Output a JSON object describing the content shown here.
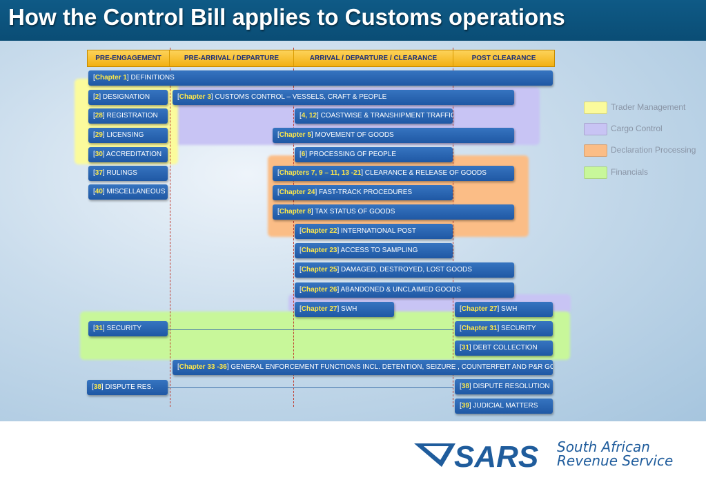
{
  "title": "How the Control Bill applies to Customs operations",
  "columns": [
    "PRE-ENGAGEMENT",
    "PRE-ARRIVAL / DEPARTURE",
    "ARRIVAL / DEPARTURE / CLEARANCE",
    "POST CLEARANCE"
  ],
  "legend": [
    {
      "label": "Trader Management",
      "color": "#fbfb9c"
    },
    {
      "label": "Cargo Control",
      "color": "#c8c4f4"
    },
    {
      "label": "Declaration Processing",
      "color": "#fbbd86"
    },
    {
      "label": "Financials",
      "color": "#c8f79a"
    }
  ],
  "boxes": [
    {
      "hl": "Chapter 1",
      "rest": "] DEFINITIONS"
    },
    {
      "hl": "2",
      "rest": "] DESIGNATION"
    },
    {
      "hl": "Chapter 3",
      "rest": "] CUSTOMS CONTROL – VESSELS, CRAFT & PEOPLE"
    },
    {
      "hl": "28",
      "rest": "] REGISTRATION"
    },
    {
      "hl": "4, 12",
      "rest": "]  COASTWISE & TRANSHIPMENT TRAFFIC"
    },
    {
      "hl": "29",
      "rest": "] LICENSING"
    },
    {
      "hl": "Chapter 5",
      "rest": "] MOVEMENT OF GOODS"
    },
    {
      "hl": "30",
      "rest": "] ACCREDITATION"
    },
    {
      "hl": "6",
      "rest": "] PROCESSING OF PEOPLE"
    },
    {
      "hl": "37",
      "rest": "] RULINGS"
    },
    {
      "hl": "Chapters 7, 9 – 11,  13  -21",
      "rest": "] CLEARANCE  &  RELEASE OF GOODS"
    },
    {
      "hl": "40",
      "rest": "] MISCELLANEOUS"
    },
    {
      "hl": "Chapter 24",
      "rest": "] FAST-TRACK PROCEDURES"
    },
    {
      "hl": "Chapter 8",
      "rest": "] TAX STATUS OF GOODS"
    },
    {
      "hl": "Chapter 22",
      "rest": "] INTERNATIONAL POST"
    },
    {
      "hl": "Chapter 23",
      "rest": "] ACCESS TO SAMPLING"
    },
    {
      "hl": "Chapter 25",
      "rest": "] DAMAGED, DESTROYED, LOST GOODS"
    },
    {
      "hl": "Chapter 26",
      "rest": "] ABANDONED & UNCLAIMED GOODS"
    },
    {
      "hl": "Chapter 27",
      "rest": "] SWH"
    },
    {
      "hl": "Chapter 27",
      "rest": "] SWH"
    },
    {
      "hl": "31",
      "rest": "] SECURITY"
    },
    {
      "hl": "Chapter 31",
      "rest": "] SECURITY"
    },
    {
      "hl": "31",
      "rest": "] DEBT COLLECTION"
    },
    {
      "hl": "Chapter 33 -36",
      "rest": "]  GENERAL ENFORCEMENT FUNCTIONS  INCL. DETENTION, SEIZURE , COUNTERFEIT  AND  P&R GOODS"
    },
    {
      "hl": "38",
      "rest": "] DISPUTE RES."
    },
    {
      "hl": "38",
      "rest": "] DISPUTE RESOLUTION"
    },
    {
      "hl": "39",
      "rest": "] JUDICIAL MATTERS"
    }
  ],
  "logo": {
    "mark": "SARS",
    "line1": "South African",
    "line2": "Revenue Service",
    "color": "#1f5c9c"
  }
}
